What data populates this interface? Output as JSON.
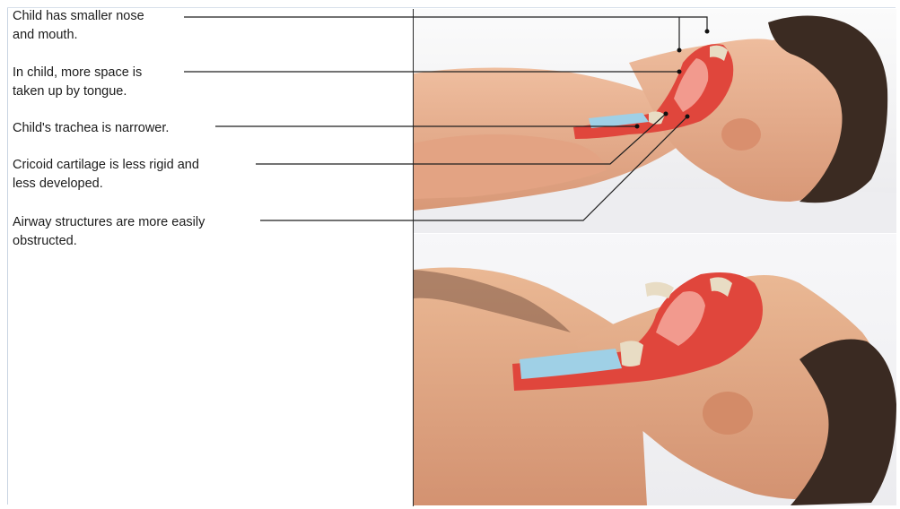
{
  "labels": [
    {
      "line1": "Child has smaller nose",
      "line2": "and mouth."
    },
    {
      "line1": "In child, more space is",
      "line2": "taken up by tongue."
    },
    {
      "line1": "Child's trachea is narrower.",
      "line2": ""
    },
    {
      "line1": "Cricoid cartilage is less rigid and",
      "line2": "less developed."
    },
    {
      "line1": "Airway structures are more easily",
      "line2": "obstructed."
    }
  ],
  "colors": {
    "skin": "#e9b08f",
    "skin_shade": "#cf8d6c",
    "hair": "#3a2a22",
    "airway_red": "#e0463c",
    "airway_pink": "#f29a8e",
    "trachea_blue": "#9fd0e6",
    "bone": "#e8dcc4",
    "leader": "#1f1f1f"
  }
}
